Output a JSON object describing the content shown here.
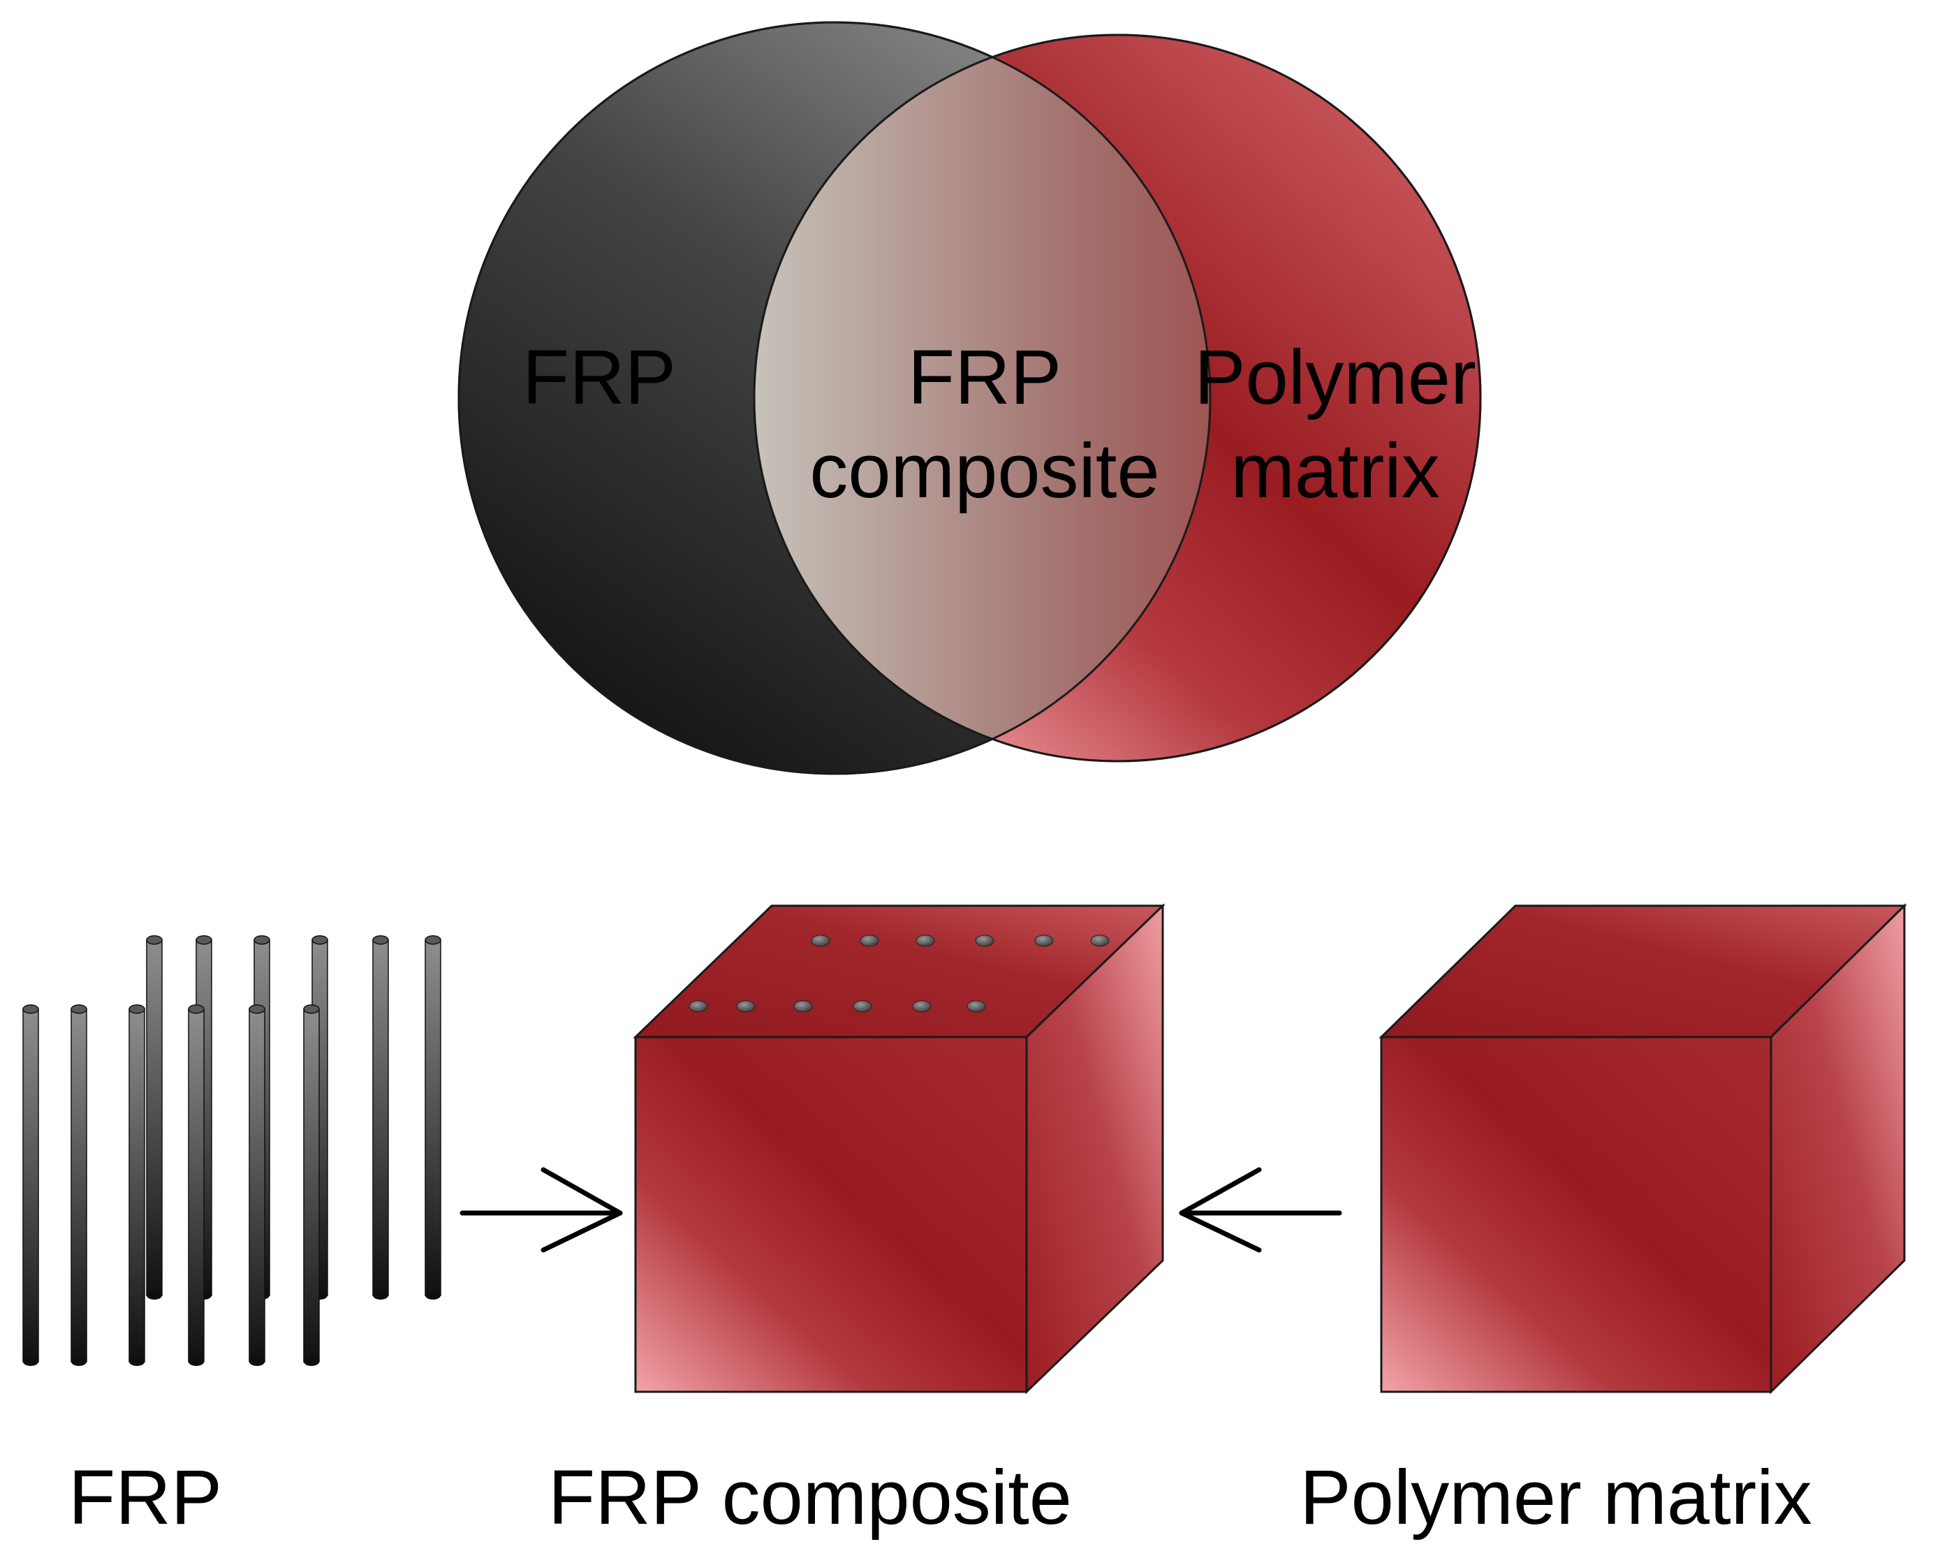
{
  "venn": {
    "left_label": "FRP",
    "center_label_line1": "FRP",
    "center_label_line2": "composite",
    "right_label_line1": "Polymer",
    "right_label_line2": "matrix"
  },
  "captions": {
    "fibers": "FRP",
    "composite": "FRP composite",
    "matrix": "Polymer matrix"
  },
  "colors": {
    "fiber_dark": "#141414",
    "fiber_light": "#8a8a8a",
    "matrix_red": "#9b1c21",
    "matrix_pink": "#f0a0a5",
    "overlap_light": "#c4c0b8"
  },
  "arrows": [
    {
      "from": "fibers",
      "to": "composite"
    },
    {
      "from": "matrix",
      "to": "composite"
    }
  ]
}
